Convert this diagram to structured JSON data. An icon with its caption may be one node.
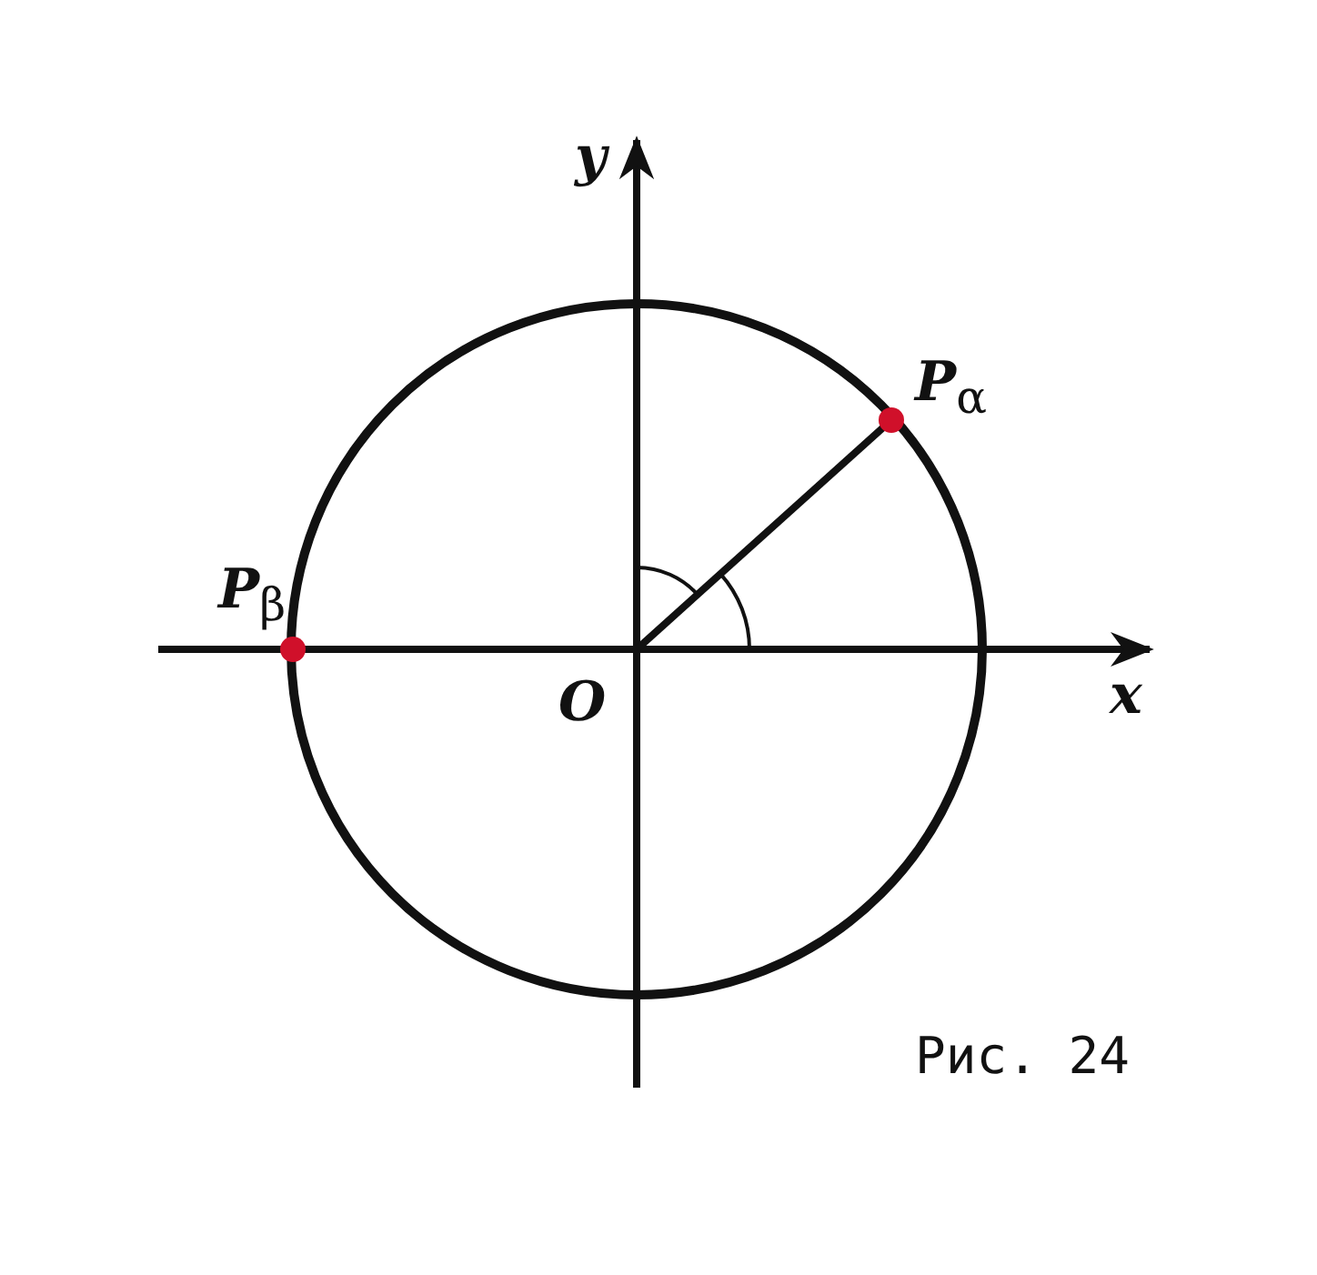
{
  "diagram": {
    "labels": [
      "y",
      "*P*$_{α}$",
      "*P*$_{β}$",
      "O",
      "x",
      "Рис. 24"
    ]
  }
}
